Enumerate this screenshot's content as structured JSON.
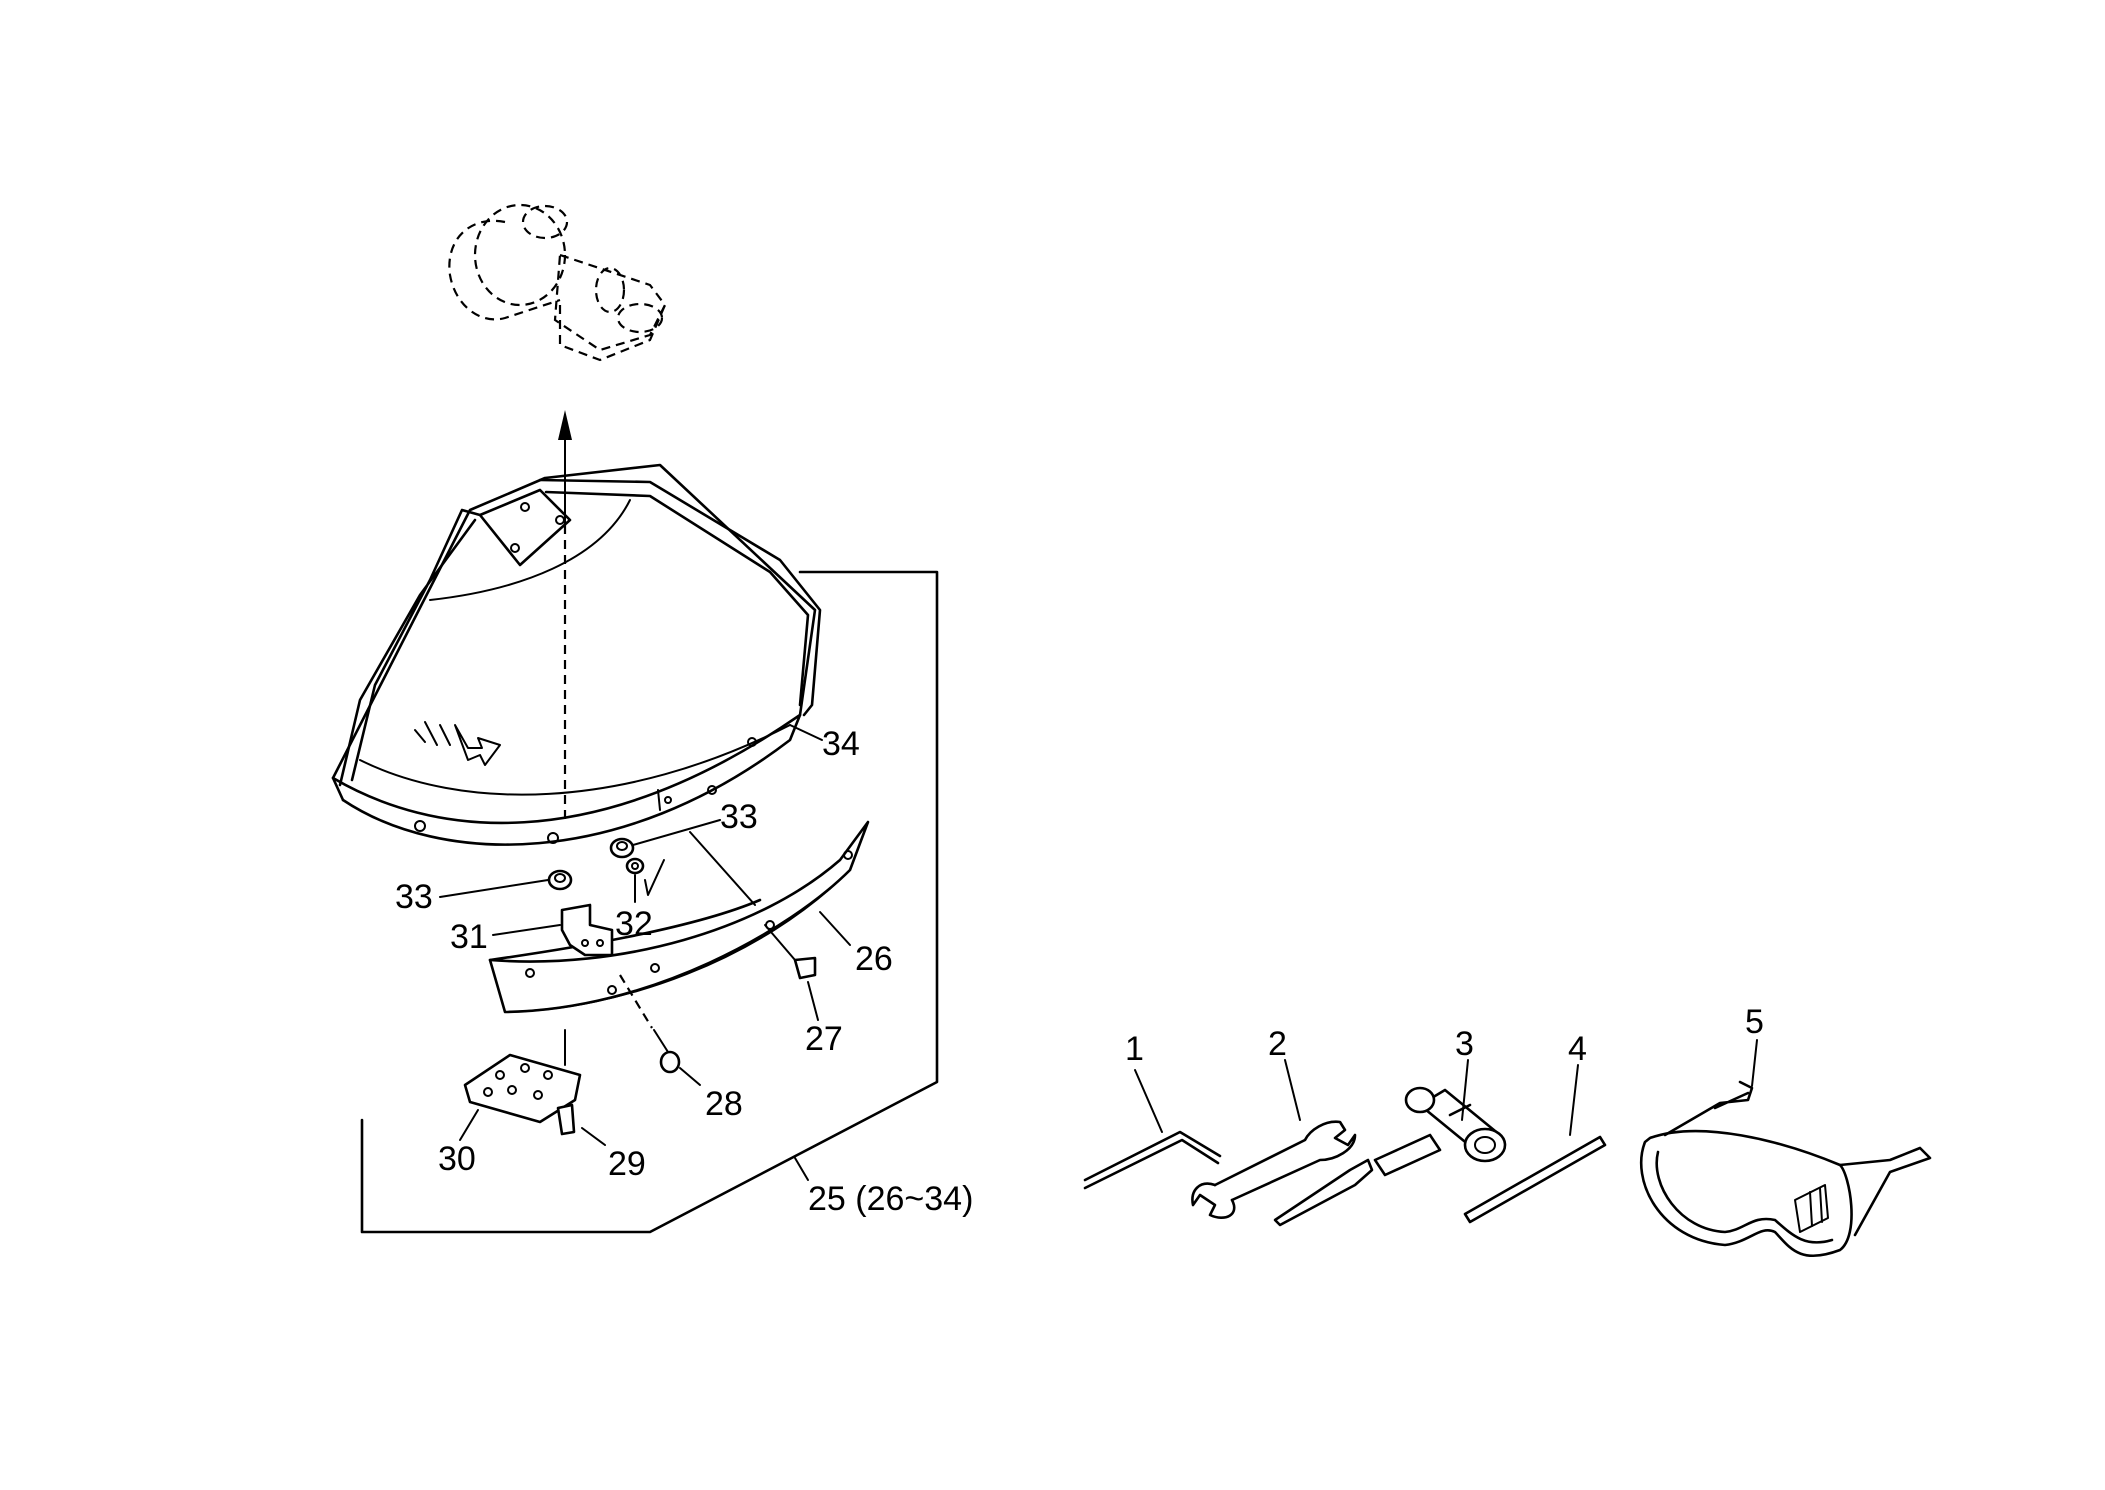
{
  "labels": {
    "p1": "1",
    "p2": "2",
    "p3": "3",
    "p4": "4",
    "p5": "5",
    "p25": "25 (26~34)",
    "p26": "26",
    "p27": "27",
    "p28": "28",
    "p29": "29",
    "p30": "30",
    "p31": "31",
    "p32": "32",
    "p33a": "33",
    "p33b": "33",
    "p34": "34"
  }
}
